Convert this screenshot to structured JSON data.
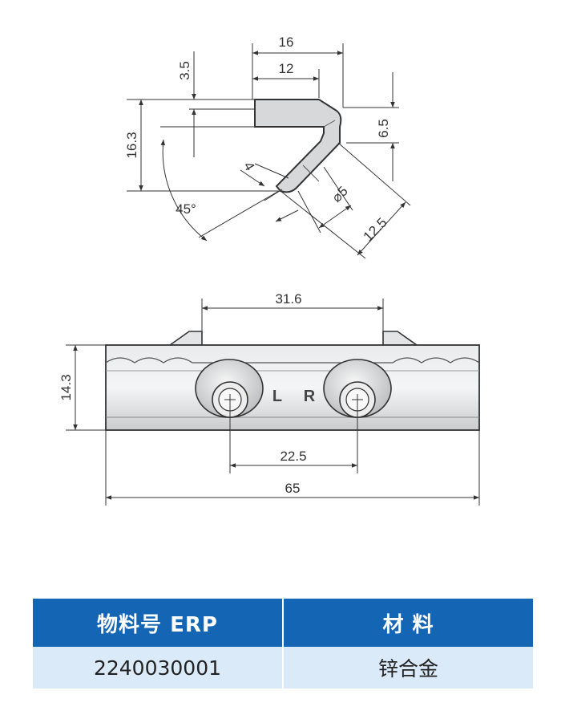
{
  "drawing": {
    "top_view": {
      "dims": {
        "width_16": "16",
        "width_12": "12",
        "height_3_5": "3.5",
        "height_16_3": "16.3",
        "height_6_5": "6.5",
        "thickness_4": "4",
        "angle_45": "45°",
        "diameter_5": "⌀5",
        "length_12_5": "12.5"
      }
    },
    "front_view": {
      "dims": {
        "span_31_6": "31.6",
        "height_14_3": "14.3",
        "hole_pitch_22_5": "22.5",
        "length_65": "65"
      },
      "marks": {
        "left": "L",
        "right": "R"
      }
    }
  },
  "table": {
    "headers": [
      "物料号 ERP",
      "材 料"
    ],
    "rows": [
      [
        "2240030001",
        "锌合金"
      ]
    ]
  },
  "colors": {
    "header_bg": "#1565b5",
    "row_bg": "#dbeaf8",
    "part_fill": "#d6d8da",
    "line": "#333333"
  }
}
